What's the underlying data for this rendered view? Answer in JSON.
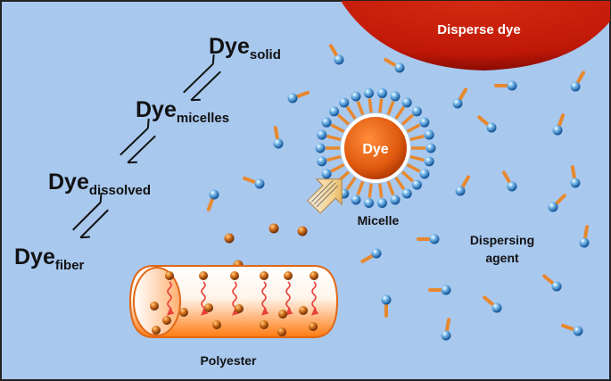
{
  "labels": {
    "disperse_dye": "Disperse dye",
    "dye_core": "Dye",
    "micelle": "Micelle",
    "dispersing_agent_line1": "Dispersing",
    "dispersing_agent_line2": "agent",
    "polyester": "Polyester"
  },
  "equilibrium": [
    {
      "base": "Dye",
      "sub": "solid"
    },
    {
      "base": "Dye",
      "sub": "micelles"
    },
    {
      "base": "Dye",
      "sub": "dissolved"
    },
    {
      "base": "Dye",
      "sub": "fiber"
    }
  ],
  "colors": {
    "background": "#a8c8ee",
    "border": "#222222",
    "disperse_dye": "#c21a0a",
    "dye_particle": "#c8661a",
    "surfactant_head": "#2a7fc4",
    "surfactant_tail": "#e8882e",
    "fiber_gradient_top": "#ffffff",
    "fiber_gradient_bottom": "#ff7a10",
    "diffusion_arrow": "#e8403a"
  },
  "icons": {
    "arrow": "pointer-arrow-icon"
  }
}
